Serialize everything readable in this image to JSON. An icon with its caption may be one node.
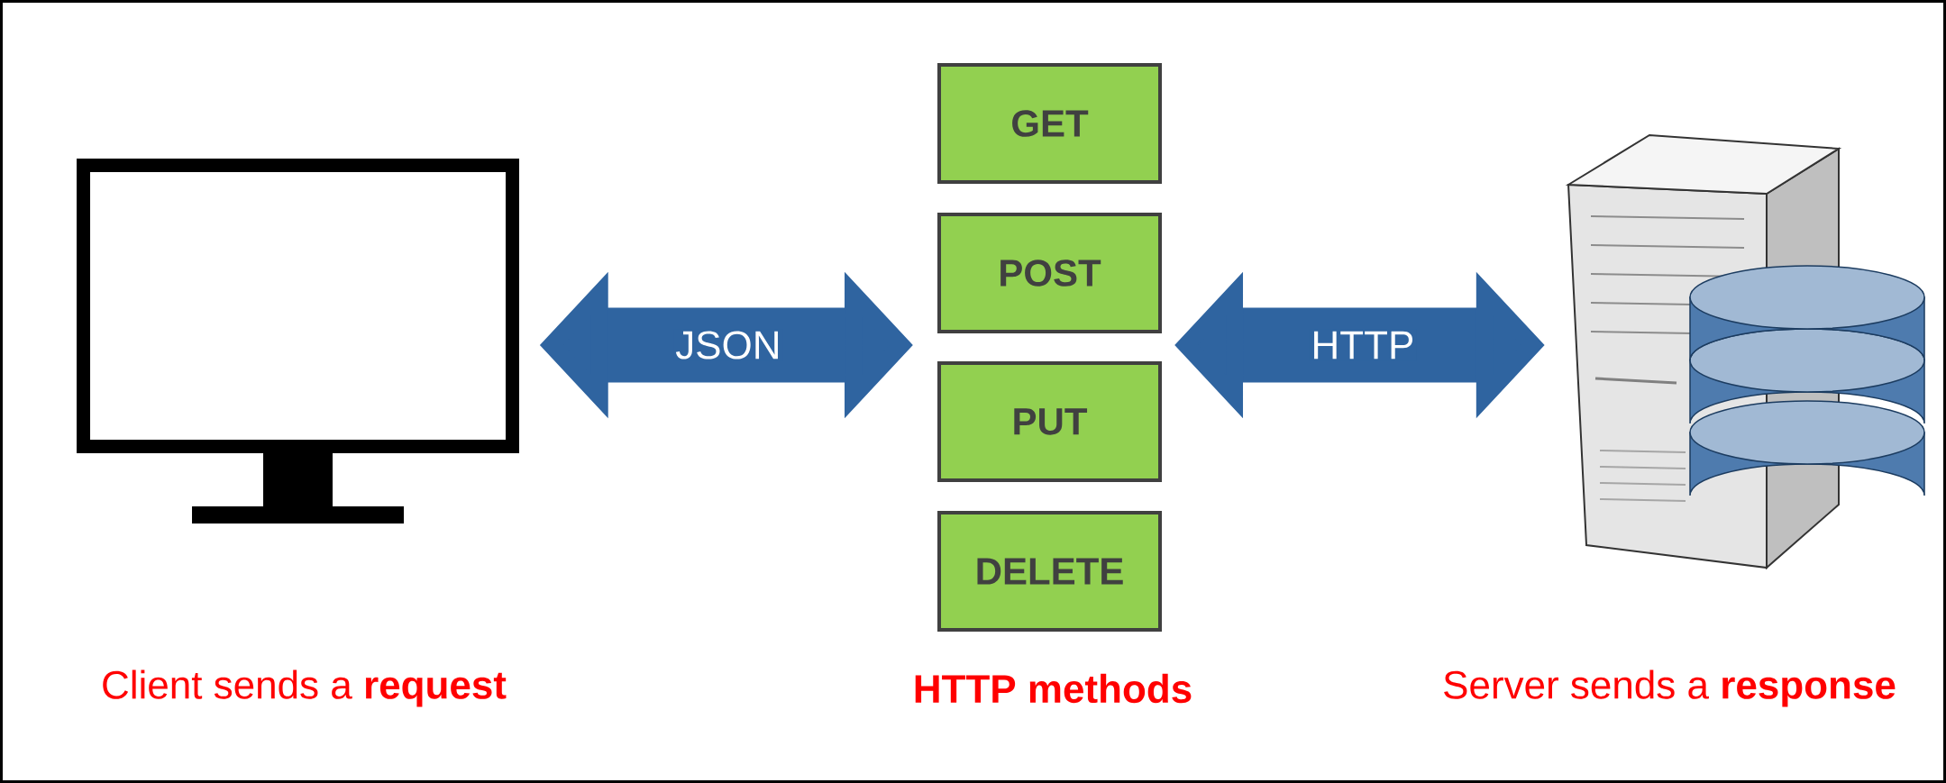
{
  "diagram": {
    "nodes": [
      {
        "text": [],
        "shape": "picture",
        "beside": [
          "Client sends a **request**"
        ]
      },
      {
        "text": [
          "GET"
        ]
      },
      {
        "text": [
          "POST"
        ]
      },
      {
        "text": [
          "PUT"
        ]
      },
      {
        "text": [
          "DELETE"
        ]
      },
      {
        "text": [],
        "shape": "picture",
        "beside": [
          "Server sends a **response**"
        ]
      }
    ],
    "edges": [
      {
        "from": 0,
        "to": 2,
        "arrow": "both",
        "label": "JSON"
      },
      {
        "from": 2,
        "to": 5,
        "arrow": "both",
        "label": "HTTP"
      }
    ],
    "labels": [
      "HTTP methods"
    ]
  }
}
